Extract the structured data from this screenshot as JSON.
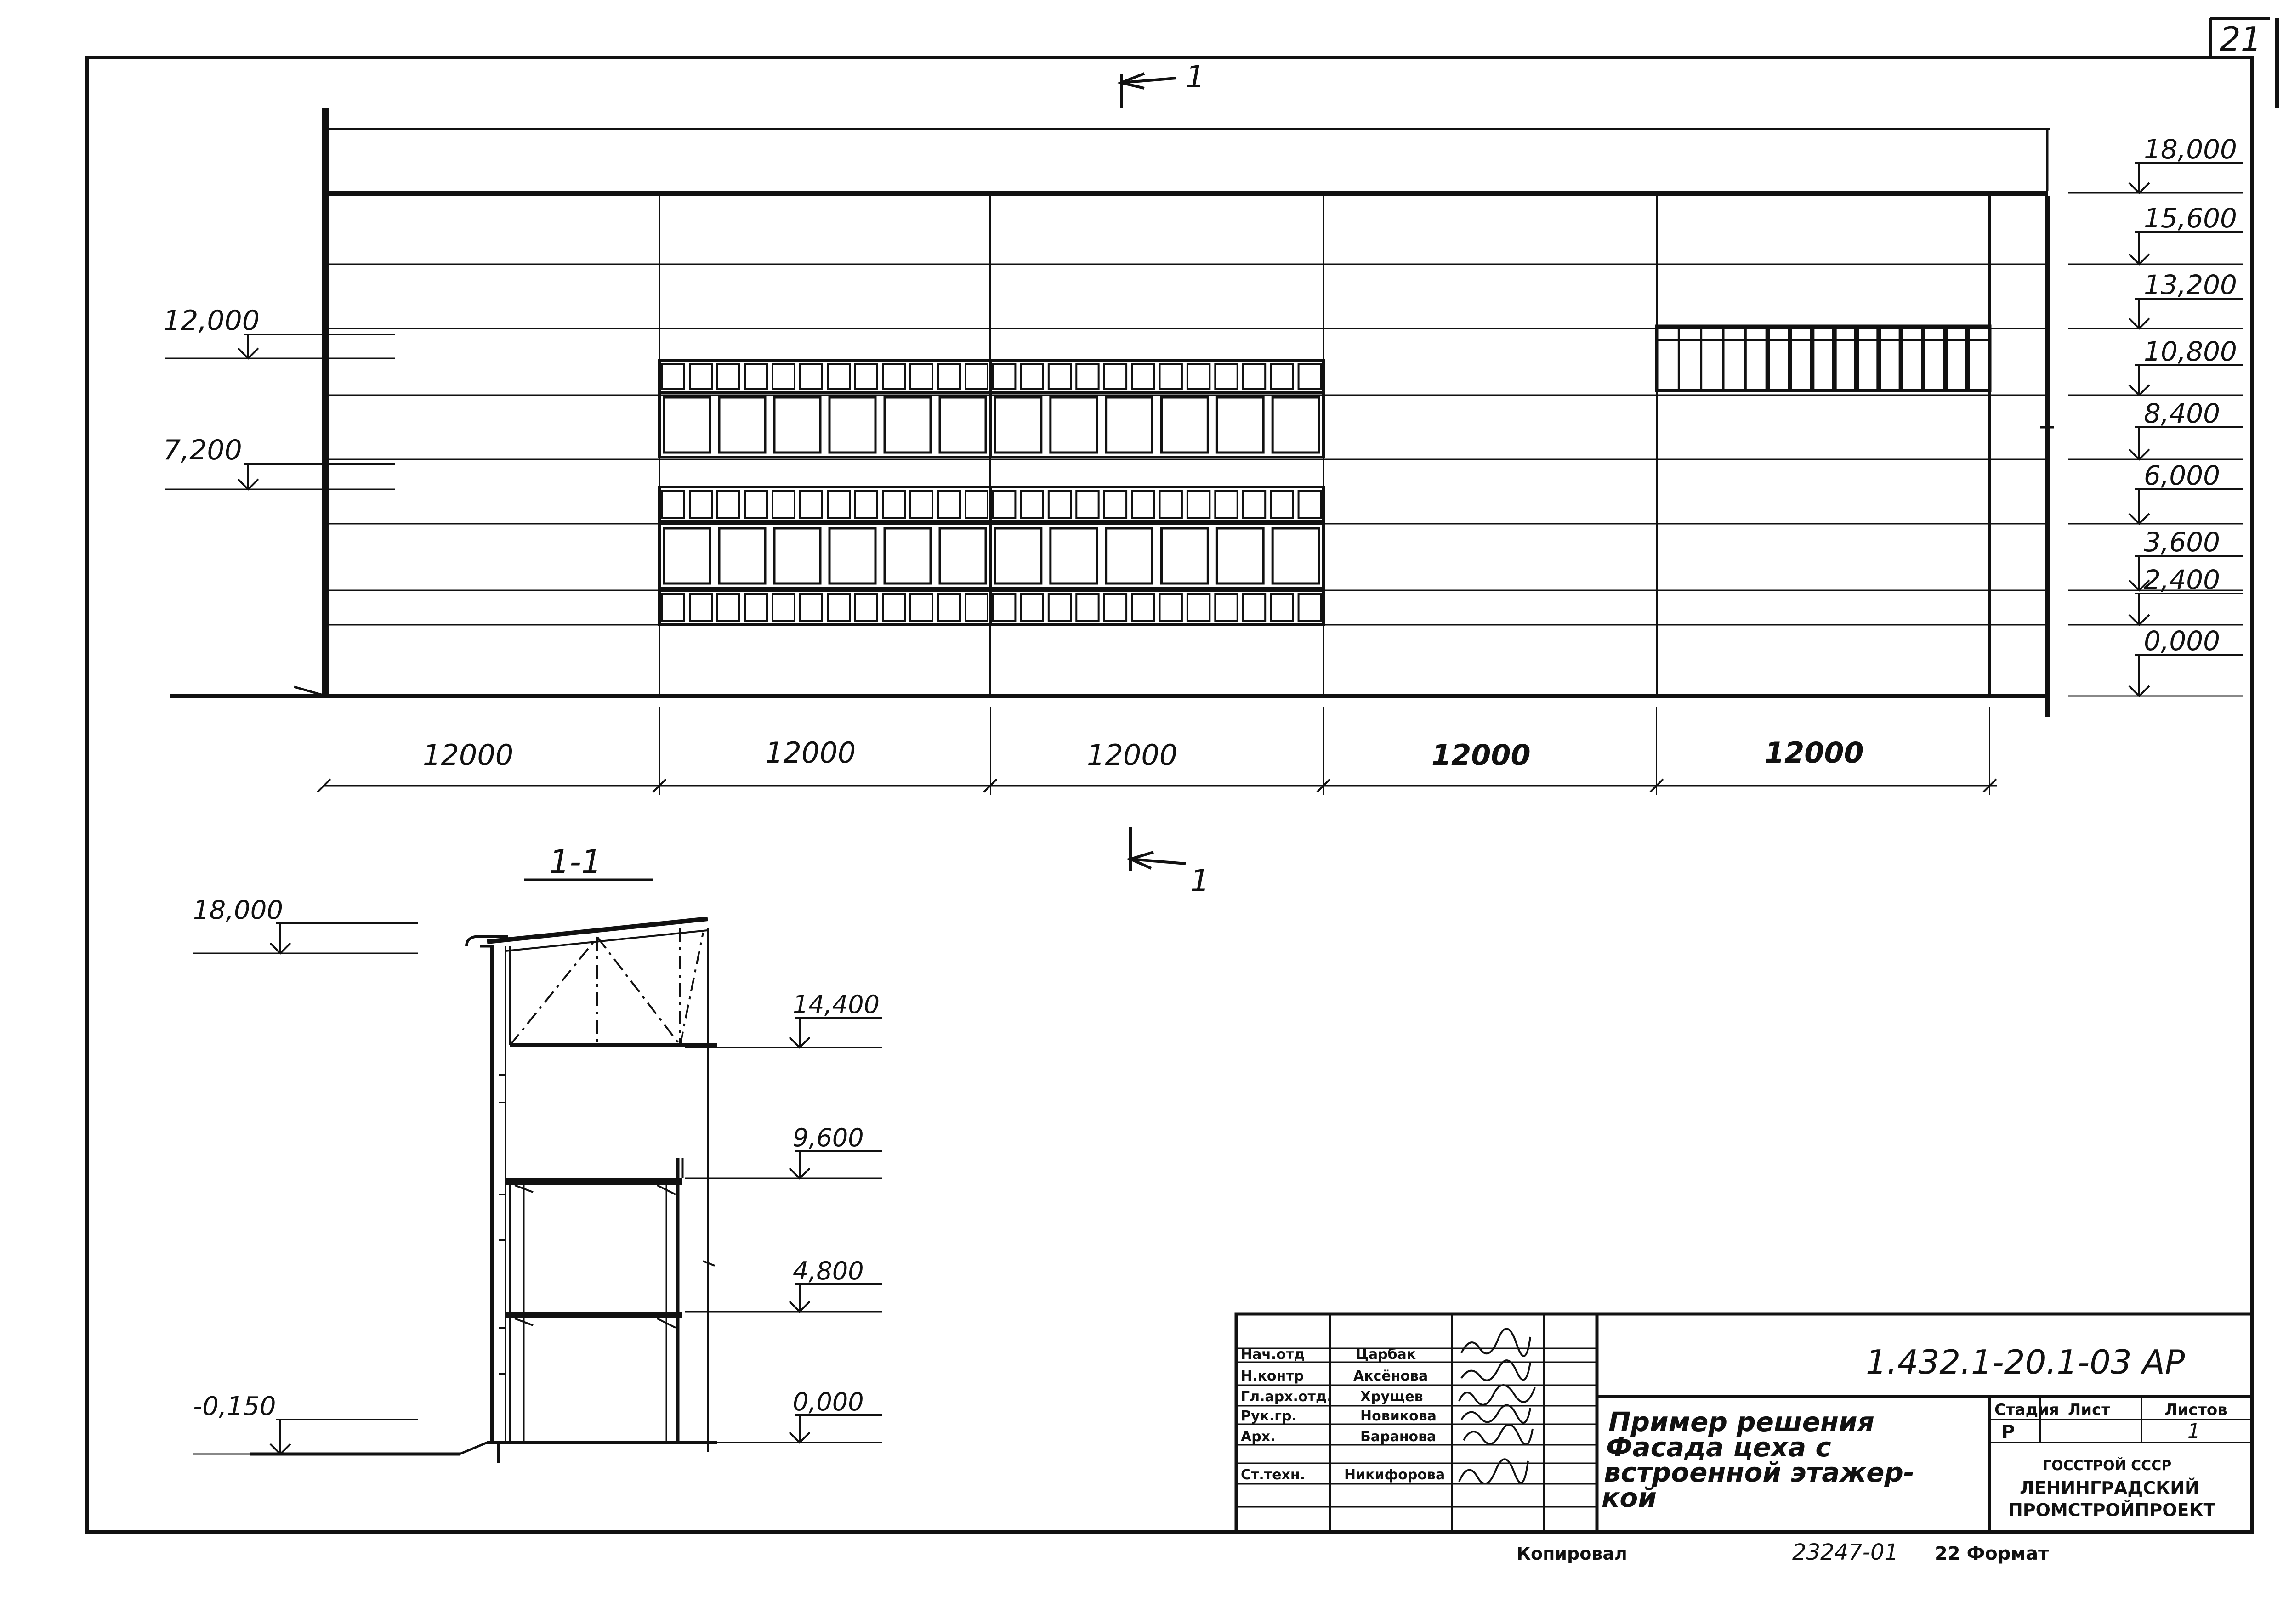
{
  "sheet_number": "21",
  "section_marker_label": "1",
  "section_title": "1-1",
  "facade": {
    "levels_right": [
      "18,000",
      "15,600",
      "13,200",
      "10,800",
      "8,400",
      "6,000",
      "3,600",
      "2,400",
      "0,000"
    ],
    "levels_left": [
      "12,000",
      "7,200"
    ],
    "bay_dimensions": [
      "12000",
      "12000",
      "12000",
      "12000",
      "12000"
    ]
  },
  "section": {
    "levels_right": [
      "14,400",
      "9,600",
      "4,800",
      "0,000"
    ],
    "levels_left": [
      "18,000",
      "-0,150"
    ]
  },
  "title_block": {
    "document_code": "1.432.1-20.1-03 АР",
    "title_lines": [
      "Пример решения",
      "Фасада цеха с",
      "встроенной этажер-",
      "кой"
    ],
    "roles": [
      "Нач.отд",
      "Н.контр",
      "Гл.арх.отд.",
      "Рук.гр.",
      "Арх.",
      "Ст.техн."
    ],
    "names": [
      "Царбак",
      "Аксёнова",
      "Хрущев",
      "Новикова",
      "Баранова",
      "Никифорова"
    ],
    "stage_header": "Стадия",
    "sheet_header": "Лист",
    "sheets_header": "Листов",
    "stage_value": "Р",
    "sheets_value": "1",
    "org_lines": [
      "ГОССТРОЙ СССР",
      "ЛЕНИНГРАДСКИЙ",
      "ПРОМСТРОЙПРОЕКТ"
    ]
  },
  "footer": {
    "copied": "Копировал",
    "number": "23247-01",
    "format_label": "22 Формат"
  }
}
